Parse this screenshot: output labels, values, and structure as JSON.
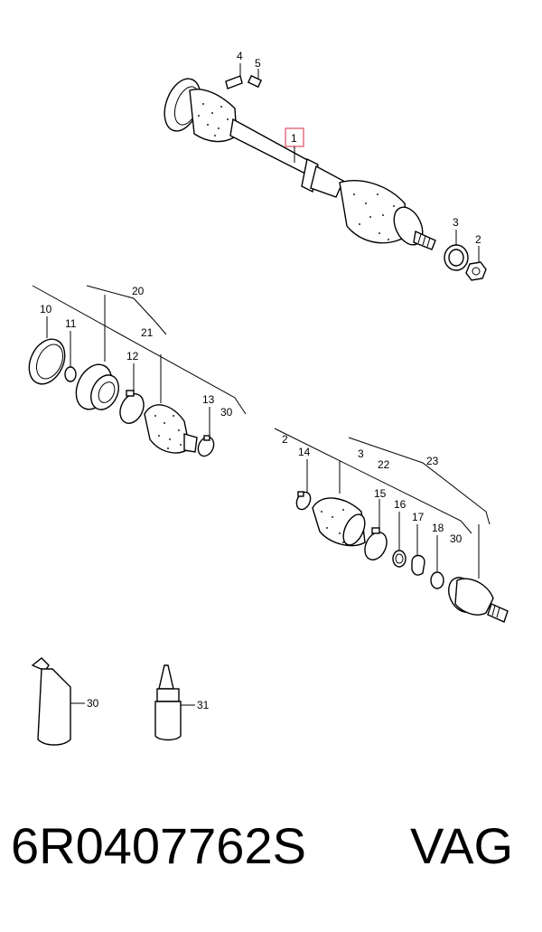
{
  "diagram": {
    "callouts": {
      "c1": "1",
      "c2a": "2",
      "c3a": "3",
      "c4": "4",
      "c5": "5",
      "c10": "10",
      "c11": "11",
      "c12": "12",
      "c13": "13",
      "c20": "20",
      "c21": "21",
      "c30a": "30",
      "c2b": "2",
      "c3b": "3",
      "c14": "14",
      "c15": "15",
      "c16": "16",
      "c17": "17",
      "c18": "18",
      "c22": "22",
      "c23": "23",
      "c30b": "30",
      "c30c": "30",
      "c31": "31"
    },
    "highlight_color": "#e05a6a"
  },
  "footer": {
    "part_number": "6R0407762S",
    "brand": "VAG"
  }
}
